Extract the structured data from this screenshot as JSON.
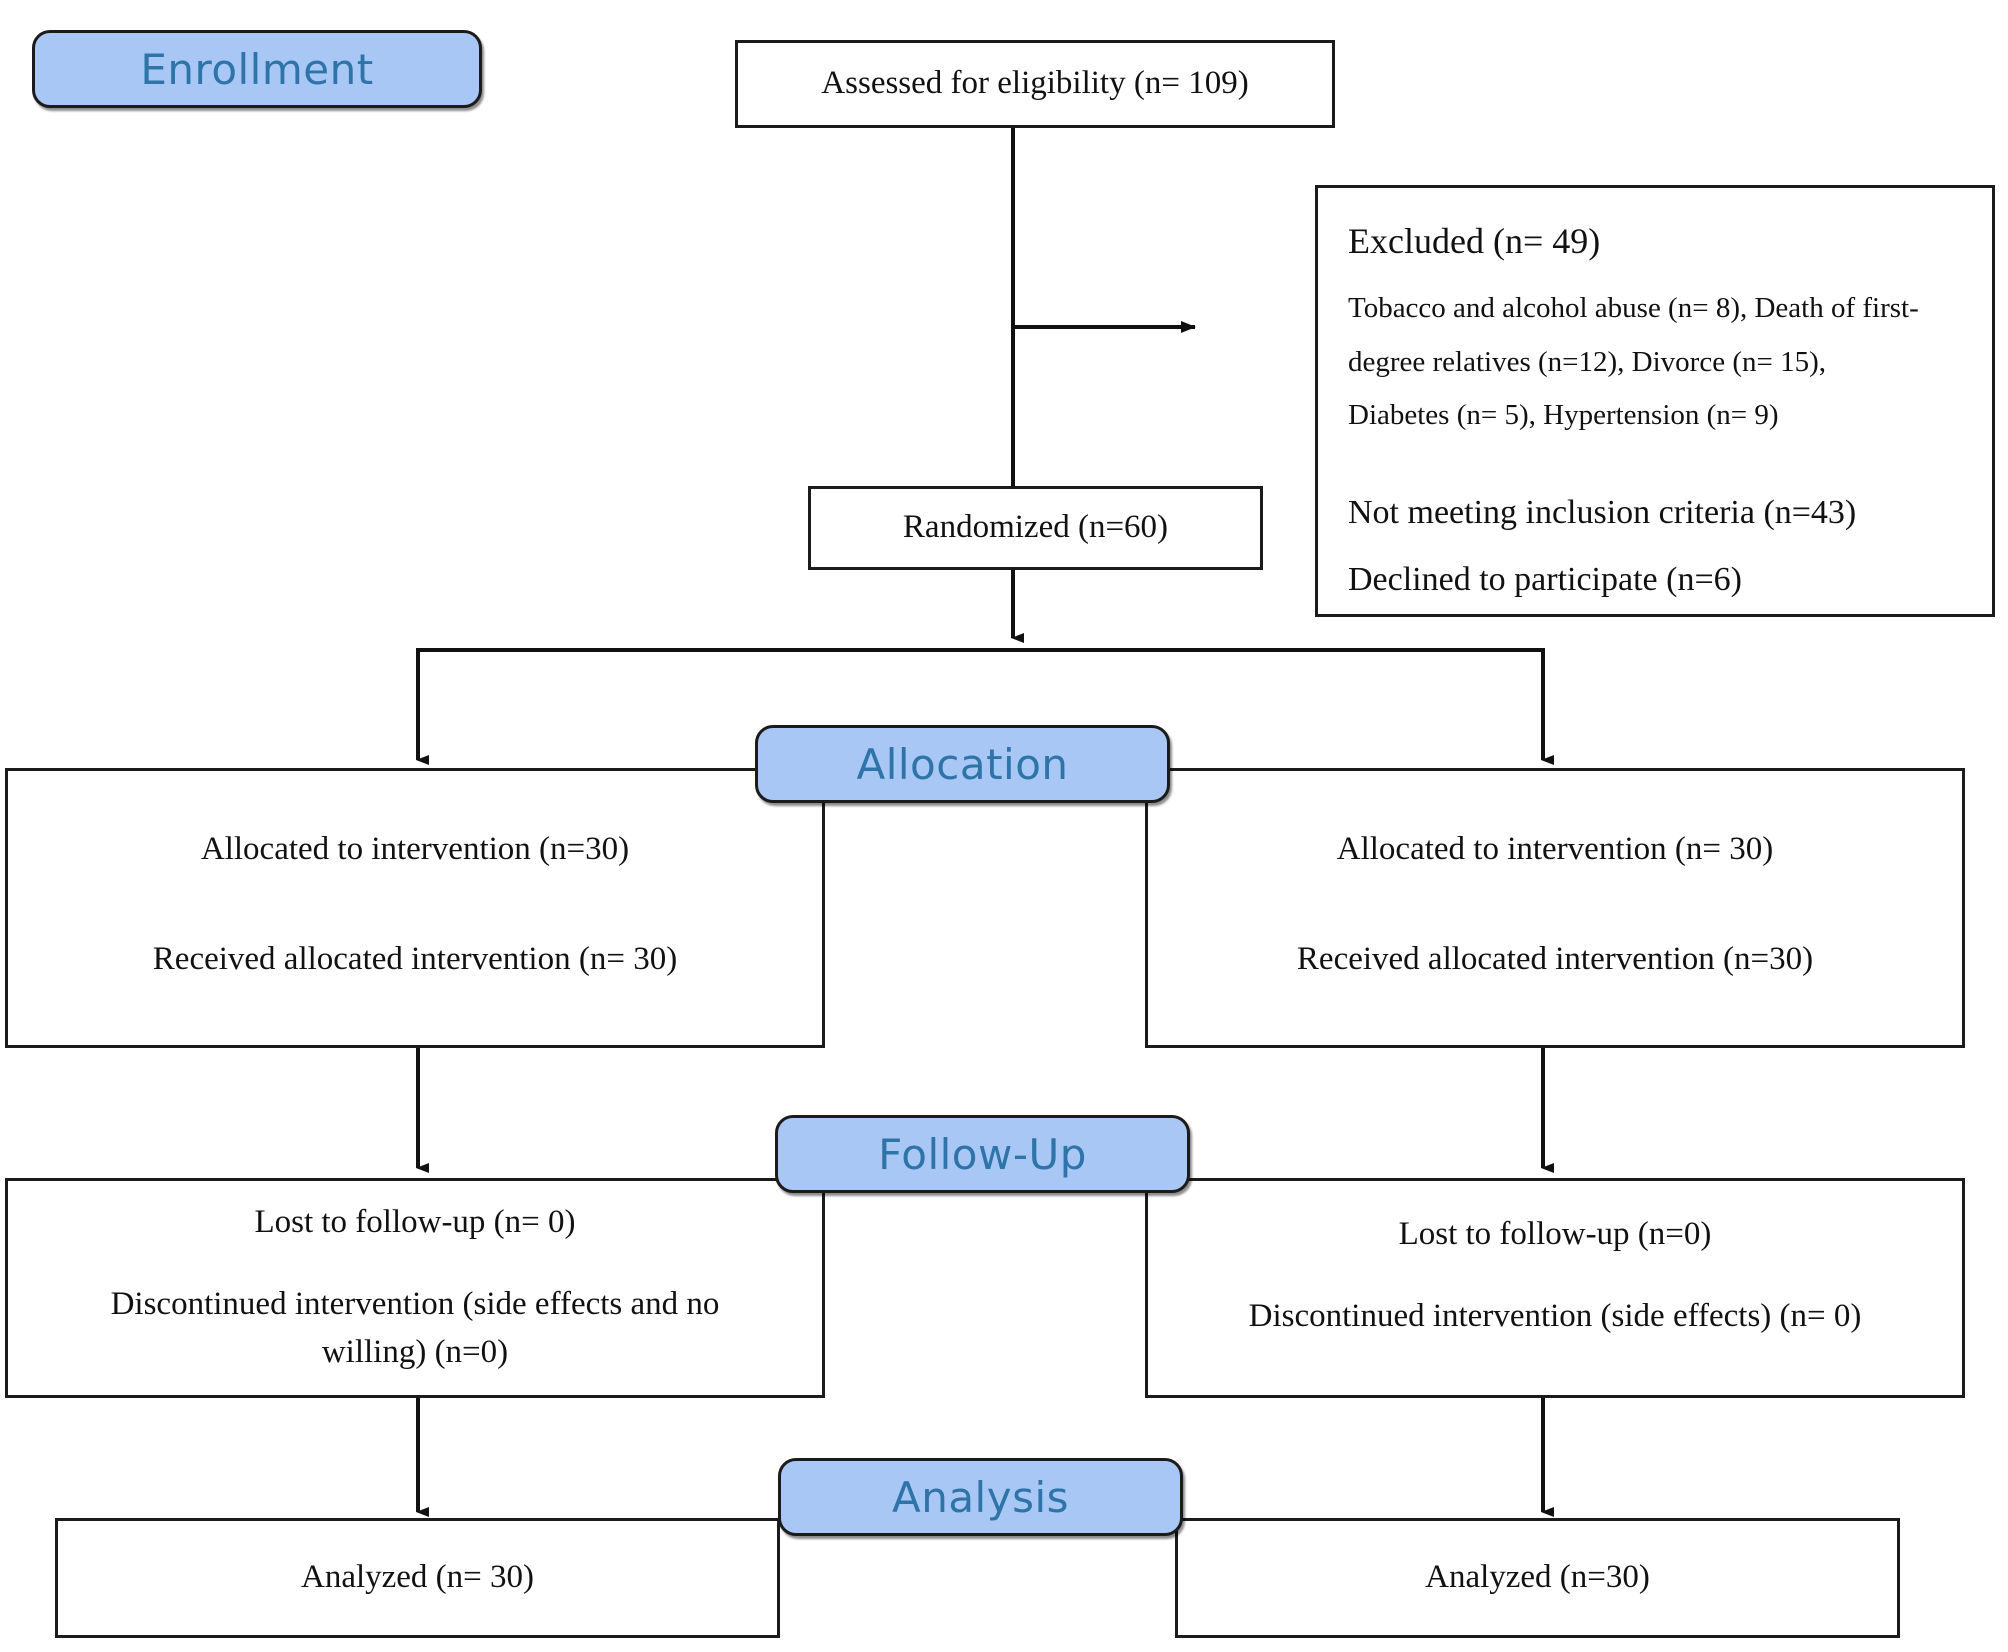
{
  "diagram": {
    "type": "consort-flow-diagram",
    "stage_color": "#A9C7F5",
    "stage_text_color": "#2E74A8",
    "box_border_color": "#1B1B1B"
  },
  "stages": {
    "enrollment": "Enrollment",
    "allocation": "Allocation",
    "followup": "Follow-Up",
    "analysis": "Analysis"
  },
  "enrollment": {
    "assessed": "Assessed for eligibility (n= 109)",
    "randomized": "Randomized (n=60)",
    "excluded": {
      "heading": "Excluded (n= 49)",
      "reasons_line1": "Tobacco and alcohol abuse (n= 8), Death of first-",
      "reasons_line2": "degree relatives (n=12), Divorce (n= 15),",
      "reasons_line3": "Diabetes (n= 5), Hypertension (n= 9)",
      "not_meeting": "Not meeting inclusion criteria (n=43)",
      "declined": " Declined to participate (n=6)"
    }
  },
  "allocation": {
    "left": {
      "allocated": "Allocated to intervention (n=30)",
      "received": "Received allocated intervention (n= 30)"
    },
    "right": {
      "allocated": "Allocated to intervention (n= 30)",
      "received": "Received allocated intervention (n=30)"
    }
  },
  "followup": {
    "left": {
      "lost": "Lost to follow-up (n= 0)",
      "discontinued_line1": "Discontinued intervention (side effects and no",
      "discontinued_line2": "willing) (n=0)"
    },
    "right": {
      "lost": "Lost to follow-up (n=0)",
      "discontinued_line1": "Discontinued intervention (side effects) (n= 0)",
      "discontinued_line2": ""
    }
  },
  "analysis": {
    "left": {
      "analyzed": "Analyzed (n= 30)"
    },
    "right": {
      "analyzed": "Analyzed (n=30)"
    }
  }
}
